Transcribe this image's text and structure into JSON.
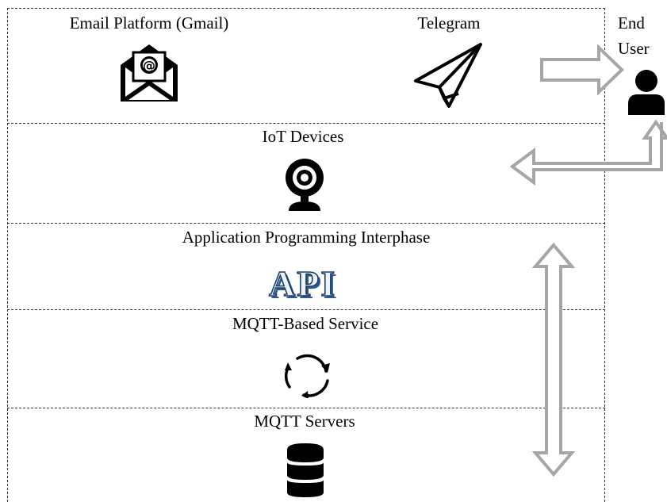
{
  "layers": {
    "top": {
      "email_label": "Email Platform (Gmail)",
      "telegram_label": "Telegram"
    },
    "iot": {
      "label": "IoT Devices"
    },
    "api": {
      "label": "Application Programming Interphase",
      "logo_text": "API"
    },
    "mqtt_service": {
      "label": "MQTT-Based Service"
    },
    "mqtt_servers": {
      "label": "MQTT Servers"
    }
  },
  "end_user": {
    "line1": "End",
    "line2": "User"
  },
  "icons": [
    "email-envelope-icon",
    "paper-plane-icon",
    "webcam-icon",
    "api-logo",
    "sync-arrows-icon",
    "database-icon",
    "user-icon"
  ],
  "colors": {
    "arrow_stroke": "#a6a6a6",
    "divider": "#333333"
  }
}
